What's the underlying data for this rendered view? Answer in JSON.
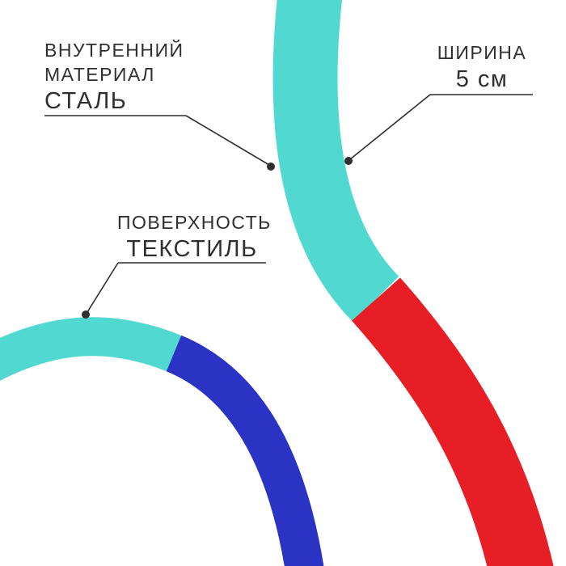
{
  "labels": {
    "inner_material": {
      "line1": "ВНУТРЕННИЙ",
      "line2": "МАТЕРИАЛ",
      "value": "СТАЛЬ"
    },
    "width": {
      "title": "ШИРИНА",
      "value": "5 см"
    },
    "surface": {
      "title": "ПОВЕРХНОСТЬ",
      "value": "ТЕКСТИЛЬ"
    }
  },
  "colors": {
    "background": "#ffffff",
    "text": "#2f2f2f",
    "annotation_line": "#2f2f2f",
    "hoop_teal": "#50d8d1",
    "hoop_red": "#e81e26",
    "hoop_blue": "#2a33c4"
  }
}
